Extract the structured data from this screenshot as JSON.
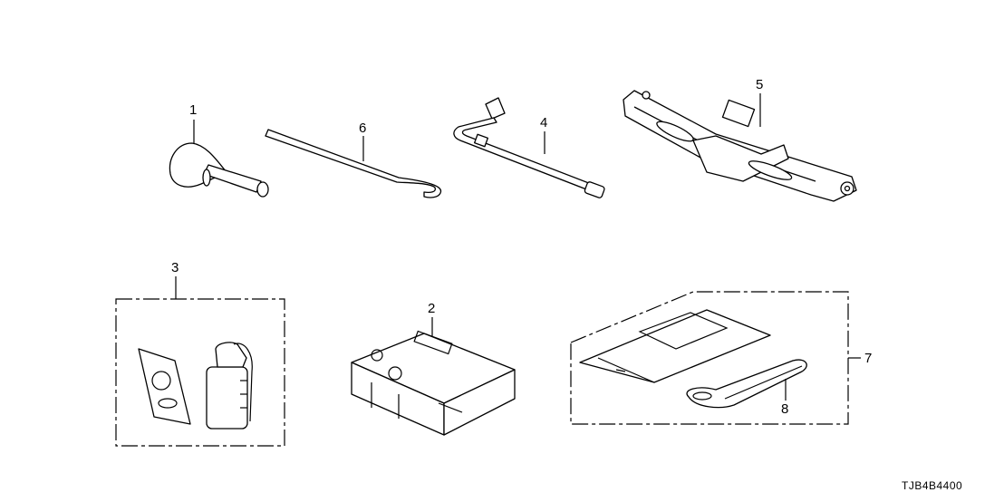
{
  "diagram_code": "TJB4B4400",
  "callouts": [
    {
      "id": "1",
      "label": "1"
    },
    {
      "id": "2",
      "label": "2"
    },
    {
      "id": "3",
      "label": "3"
    },
    {
      "id": "4",
      "label": "4"
    },
    {
      "id": "5",
      "label": "5"
    },
    {
      "id": "6",
      "label": "6"
    },
    {
      "id": "7",
      "label": "7"
    },
    {
      "id": "8",
      "label": "8"
    }
  ]
}
